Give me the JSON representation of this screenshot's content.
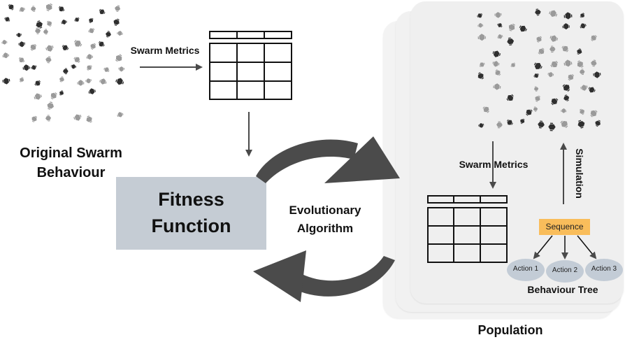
{
  "labels": {
    "original_swarm": "Original Swarm Behaviour",
    "swarm_metrics_top": "Swarm Metrics",
    "fitness_function": "Fitness Function",
    "evolutionary_algorithm": "Evolutionary Algorithm",
    "swarm_metrics_panel": "Swarm Metrics",
    "simulation": "Simulation",
    "sequence": "Sequence",
    "actions": [
      "Action 1",
      "Action 2",
      "Action 3"
    ],
    "behaviour_tree": "Behaviour Tree",
    "population": "Population"
  },
  "colors": {
    "fitness_box": "#c5ccd4",
    "sequence_box": "#f9bd5b",
    "action_node": "#c3ccd6",
    "population_card": "#f2f2f2",
    "arrow": "#4a4a4a",
    "cycle_arrow": "#4b4b4b"
  }
}
